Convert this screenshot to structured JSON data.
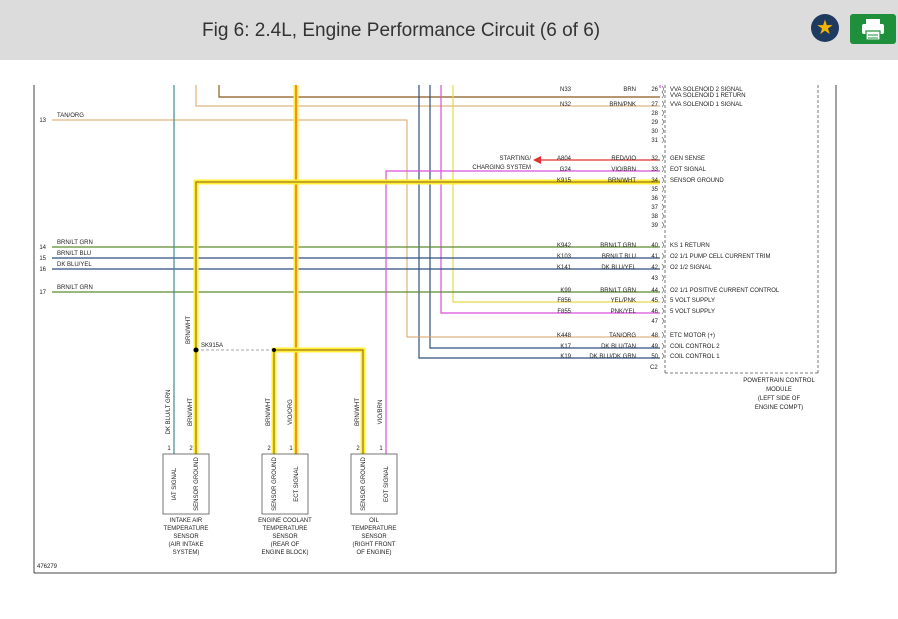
{
  "header": {
    "title": "Fig 6: 2.4L, Engine Performance Circuit (6 of 6)",
    "favorite_icon": "star-icon",
    "print_icon": "printer-icon",
    "colors": {
      "bar": "#dcdcdc",
      "favorite": "#1f3a5f",
      "print": "#1e8f3a"
    }
  },
  "diagram": {
    "figure_id": "476279",
    "pcm_rows": [
      {
        "circuit": "N33",
        "color": "BRN",
        "pin": "26",
        "function": "VVA SOLENOID 2 SIGNAL"
      },
      {
        "circuit": "",
        "color": "",
        "pin": "",
        "function": "VVA SOLENOID 1 RETURN"
      },
      {
        "circuit": "N32",
        "color": "BRN/PNK",
        "pin": "27",
        "function": "VVA SOLENOID 1 SIGNAL"
      },
      {
        "circuit": "",
        "color": "",
        "pin": "28",
        "function": ""
      },
      {
        "circuit": "",
        "color": "",
        "pin": "29",
        "function": ""
      },
      {
        "circuit": "",
        "color": "",
        "pin": "30",
        "function": ""
      },
      {
        "circuit": "",
        "color": "",
        "pin": "31",
        "function": ""
      },
      {
        "circuit": "A804",
        "color": "RED/VIO",
        "pin": "32",
        "function": "GEN SENSE"
      },
      {
        "circuit": "G24",
        "color": "VIO/BRN",
        "pin": "33",
        "function": "EOT SIGNAL"
      },
      {
        "circuit": "K915",
        "color": "BRN/WHT",
        "pin": "34",
        "function": "SENSOR GROUND"
      },
      {
        "circuit": "",
        "color": "",
        "pin": "35",
        "function": ""
      },
      {
        "circuit": "",
        "color": "",
        "pin": "36",
        "function": ""
      },
      {
        "circuit": "",
        "color": "",
        "pin": "37",
        "function": ""
      },
      {
        "circuit": "",
        "color": "",
        "pin": "38",
        "function": ""
      },
      {
        "circuit": "",
        "color": "",
        "pin": "39",
        "function": ""
      },
      {
        "circuit": "K942",
        "color": "BRN/LT GRN",
        "pin": "40",
        "function": "KS 1 RETURN"
      },
      {
        "circuit": "K103",
        "color": "BRN/LT BLU",
        "pin": "41",
        "function": "O2 1/1 PUMP CELL CURRENT TRIM"
      },
      {
        "circuit": "K141",
        "color": "DK BLU/YEL",
        "pin": "42",
        "function": "O2 1/2 SIGNAL"
      },
      {
        "circuit": "",
        "color": "",
        "pin": "43",
        "function": ""
      },
      {
        "circuit": "K99",
        "color": "BRN/LT GRN",
        "pin": "44",
        "function": "O2 1/1 POSITIVE CURRENT CONTROL"
      },
      {
        "circuit": "F856",
        "color": "YEL/PNK",
        "pin": "45",
        "function": "5 VOLT SUPPLY"
      },
      {
        "circuit": "F855",
        "color": "PNK/YEL",
        "pin": "46",
        "function": "5 VOLT SUPPLY"
      },
      {
        "circuit": "",
        "color": "",
        "pin": "47",
        "function": ""
      },
      {
        "circuit": "K448",
        "color": "TAN/ORG",
        "pin": "48",
        "function": "ETC MOTOR (+)"
      },
      {
        "circuit": "K17",
        "color": "DK BLU/TAN",
        "pin": "49",
        "function": "COIL CONTROL 2"
      },
      {
        "circuit": "K19",
        "color": "DK BLU/DK GRN",
        "pin": "50",
        "function": "COIL CONTROL 1"
      }
    ],
    "connector_id": "C2",
    "pcm_label": [
      "POWERTRAIN CONTROL",
      "MODULE",
      "(LEFT SIDE OF",
      "ENGINE COMPT)"
    ],
    "charging_label": [
      "STARTING/",
      "CHARGING SYSTEM"
    ],
    "left_refs": [
      {
        "num": "13",
        "color": "TAN/ORG"
      },
      {
        "num": "14",
        "color": "BRN/LT GRN"
      },
      {
        "num": "15",
        "color": "BRN/LT BLU"
      },
      {
        "num": "16",
        "color": "DK BLU/YEL"
      },
      {
        "num": "17",
        "color": "BRN/LT GRN"
      }
    ],
    "splice": "SK915A",
    "splice_wire_color": "BRN/WHT",
    "sensor_wires": {
      "intake": [
        "DK BLU/LT GRN",
        "BRN/WHT"
      ],
      "coolant": [
        "BRN/WHT",
        "VIO/ORG"
      ],
      "oil": [
        "BRN/WHT",
        "VIO/BRN"
      ]
    },
    "sensors": [
      {
        "pins": [
          "1",
          "2"
        ],
        "terminals": [
          "IAT SIGNAL",
          "SENSOR GROUND"
        ],
        "label": [
          "INTAKE AIR",
          "TEMPERATURE",
          "SENSOR",
          "(AIR INTAKE",
          "SYSTEM)"
        ]
      },
      {
        "pins": [
          "2",
          "1"
        ],
        "terminals": [
          "SENSOR GROUND",
          "ECT SIGNAL"
        ],
        "label": [
          "ENGINE COOLANT",
          "TEMPERATURE",
          "SENSOR",
          "(REAR OF",
          "ENGINE BLOCK)"
        ]
      },
      {
        "pins": [
          "2",
          "1"
        ],
        "terminals": [
          "SENSOR GROUND",
          "EOT SIGNAL"
        ],
        "label": [
          "OIL",
          "TEMPERATURE",
          "SENSOR",
          "(RIGHT FRONT",
          "OF ENGINE)"
        ]
      }
    ],
    "wire_colors": {
      "highlight": "#ffef33",
      "brn": "#8b5a1a",
      "tan": "#d9a066",
      "dkblu": "#2f4f7f",
      "teal": "#3e8e8e",
      "pink": "#d94fd9",
      "red": "#e03030",
      "green": "#5c8a2e",
      "yellow": "#e8d84a"
    }
  }
}
